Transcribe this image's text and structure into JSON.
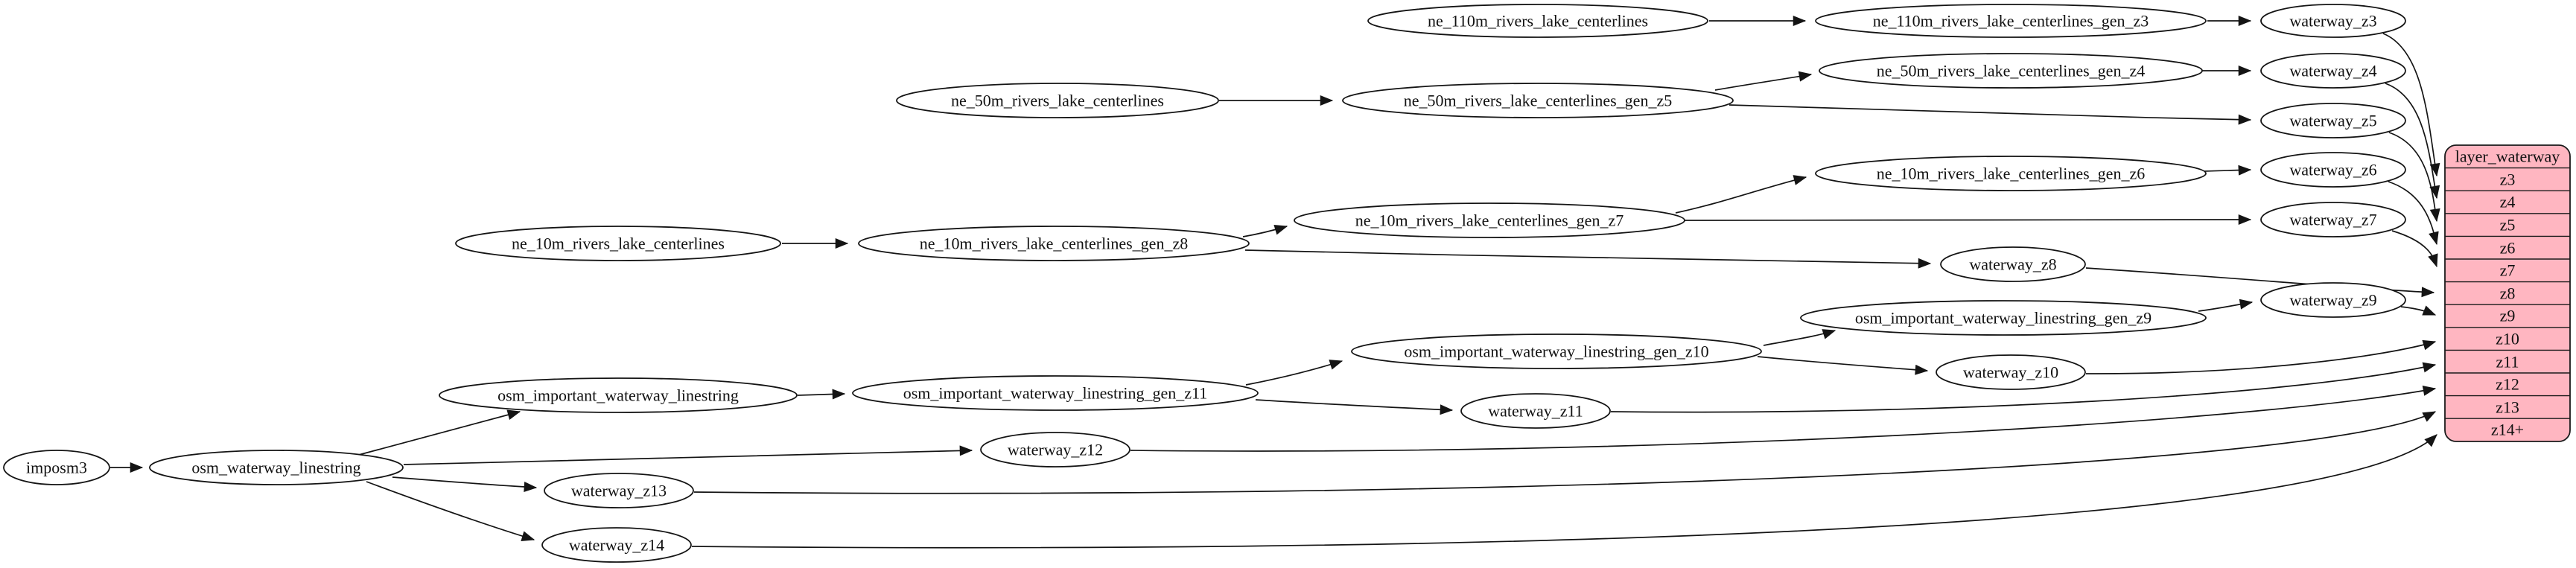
{
  "diagram_type": "etl-dependency-graph",
  "colors": {
    "background": "#ffffff",
    "node_fill": "#ffffff",
    "node_stroke": "#141414",
    "edge_color": "#141414",
    "record_fill": "#ffb6c1",
    "record_stroke": "#1a1a1a",
    "text_color": "#111111"
  },
  "nodes": [
    {
      "id": "imposm3",
      "label": "imposm3"
    },
    {
      "id": "osm_waterway_linestring",
      "label": "osm_waterway_linestring"
    },
    {
      "id": "osm_important_waterway_linestring",
      "label": "osm_important_waterway_linestring"
    },
    {
      "id": "osm_important_waterway_linestring_gen_z11",
      "label": "osm_important_waterway_linestring_gen_z11"
    },
    {
      "id": "osm_important_waterway_linestring_gen_z10",
      "label": "osm_important_waterway_linestring_gen_z10"
    },
    {
      "id": "osm_important_waterway_linestring_gen_z9",
      "label": "osm_important_waterway_linestring_gen_z9"
    },
    {
      "id": "ne_10m_rivers_lake_centerlines",
      "label": "ne_10m_rivers_lake_centerlines"
    },
    {
      "id": "ne_10m_rivers_lake_centerlines_gen_z8",
      "label": "ne_10m_rivers_lake_centerlines_gen_z8"
    },
    {
      "id": "ne_10m_rivers_lake_centerlines_gen_z7",
      "label": "ne_10m_rivers_lake_centerlines_gen_z7"
    },
    {
      "id": "ne_10m_rivers_lake_centerlines_gen_z6",
      "label": "ne_10m_rivers_lake_centerlines_gen_z6"
    },
    {
      "id": "ne_50m_rivers_lake_centerlines",
      "label": "ne_50m_rivers_lake_centerlines"
    },
    {
      "id": "ne_50m_rivers_lake_centerlines_gen_z5",
      "label": "ne_50m_rivers_lake_centerlines_gen_z5"
    },
    {
      "id": "ne_50m_rivers_lake_centerlines_gen_z4",
      "label": "ne_50m_rivers_lake_centerlines_gen_z4"
    },
    {
      "id": "ne_110m_rivers_lake_centerlines",
      "label": "ne_110m_rivers_lake_centerlines"
    },
    {
      "id": "ne_110m_rivers_lake_centerlines_gen_z3",
      "label": "ne_110m_rivers_lake_centerlines_gen_z3"
    },
    {
      "id": "waterway_z3",
      "label": "waterway_z3"
    },
    {
      "id": "waterway_z4",
      "label": "waterway_z4"
    },
    {
      "id": "waterway_z5",
      "label": "waterway_z5"
    },
    {
      "id": "waterway_z6",
      "label": "waterway_z6"
    },
    {
      "id": "waterway_z7",
      "label": "waterway_z7"
    },
    {
      "id": "waterway_z8",
      "label": "waterway_z8"
    },
    {
      "id": "waterway_z9",
      "label": "waterway_z9"
    },
    {
      "id": "waterway_z10",
      "label": "waterway_z10"
    },
    {
      "id": "waterway_z11",
      "label": "waterway_z11"
    },
    {
      "id": "waterway_z12",
      "label": "waterway_z12"
    },
    {
      "id": "waterway_z13",
      "label": "waterway_z13"
    },
    {
      "id": "waterway_z14",
      "label": "waterway_z14"
    }
  ],
  "record": {
    "title": "layer_waterway",
    "rows": [
      "z3",
      "z4",
      "z5",
      "z6",
      "z7",
      "z8",
      "z9",
      "z10",
      "z11",
      "z12",
      "z13",
      "z14+"
    ]
  },
  "edges": [
    {
      "from": "imposm3",
      "to": "osm_waterway_linestring"
    },
    {
      "from": "osm_waterway_linestring",
      "to": "osm_important_waterway_linestring"
    },
    {
      "from": "osm_waterway_linestring",
      "to": "waterway_z12"
    },
    {
      "from": "osm_waterway_linestring",
      "to": "waterway_z13"
    },
    {
      "from": "osm_waterway_linestring",
      "to": "waterway_z14"
    },
    {
      "from": "osm_important_waterway_linestring",
      "to": "osm_important_waterway_linestring_gen_z11"
    },
    {
      "from": "osm_important_waterway_linestring_gen_z11",
      "to": "osm_important_waterway_linestring_gen_z10"
    },
    {
      "from": "osm_important_waterway_linestring_gen_z11",
      "to": "waterway_z11"
    },
    {
      "from": "osm_important_waterway_linestring_gen_z10",
      "to": "osm_important_waterway_linestring_gen_z9"
    },
    {
      "from": "osm_important_waterway_linestring_gen_z10",
      "to": "waterway_z10"
    },
    {
      "from": "osm_important_waterway_linestring_gen_z9",
      "to": "waterway_z9"
    },
    {
      "from": "ne_10m_rivers_lake_centerlines",
      "to": "ne_10m_rivers_lake_centerlines_gen_z8"
    },
    {
      "from": "ne_10m_rivers_lake_centerlines_gen_z8",
      "to": "ne_10m_rivers_lake_centerlines_gen_z7"
    },
    {
      "from": "ne_10m_rivers_lake_centerlines_gen_z8",
      "to": "waterway_z8"
    },
    {
      "from": "ne_10m_rivers_lake_centerlines_gen_z7",
      "to": "ne_10m_rivers_lake_centerlines_gen_z6"
    },
    {
      "from": "ne_10m_rivers_lake_centerlines_gen_z7",
      "to": "waterway_z7"
    },
    {
      "from": "ne_10m_rivers_lake_centerlines_gen_z6",
      "to": "waterway_z6"
    },
    {
      "from": "ne_50m_rivers_lake_centerlines",
      "to": "ne_50m_rivers_lake_centerlines_gen_z5"
    },
    {
      "from": "ne_50m_rivers_lake_centerlines_gen_z5",
      "to": "ne_50m_rivers_lake_centerlines_gen_z4"
    },
    {
      "from": "ne_50m_rivers_lake_centerlines_gen_z5",
      "to": "waterway_z5"
    },
    {
      "from": "ne_50m_rivers_lake_centerlines_gen_z4",
      "to": "waterway_z4"
    },
    {
      "from": "ne_110m_rivers_lake_centerlines",
      "to": "ne_110m_rivers_lake_centerlines_gen_z3"
    },
    {
      "from": "ne_110m_rivers_lake_centerlines_gen_z3",
      "to": "waterway_z3"
    },
    {
      "from": "waterway_z3",
      "to": "layer_waterway.z3"
    },
    {
      "from": "waterway_z4",
      "to": "layer_waterway.z4"
    },
    {
      "from": "waterway_z5",
      "to": "layer_waterway.z5"
    },
    {
      "from": "waterway_z6",
      "to": "layer_waterway.z6"
    },
    {
      "from": "waterway_z7",
      "to": "layer_waterway.z7"
    },
    {
      "from": "waterway_z8",
      "to": "layer_waterway.z8"
    },
    {
      "from": "waterway_z9",
      "to": "layer_waterway.z9"
    },
    {
      "from": "waterway_z10",
      "to": "layer_waterway.z10"
    },
    {
      "from": "waterway_z11",
      "to": "layer_waterway.z11"
    },
    {
      "from": "waterway_z12",
      "to": "layer_waterway.z12"
    },
    {
      "from": "waterway_z13",
      "to": "layer_waterway.z13"
    },
    {
      "from": "waterway_z14",
      "to": "layer_waterway.z14+"
    }
  ]
}
